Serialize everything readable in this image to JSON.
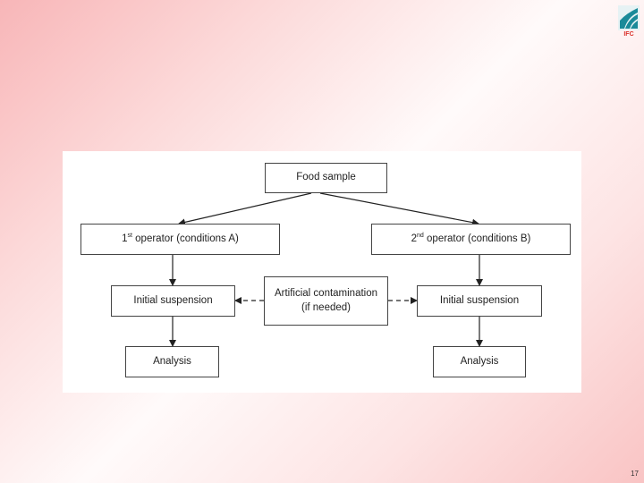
{
  "logo": {
    "text": "IFC"
  },
  "diagram": {
    "food_sample": "Food sample",
    "operator1": {
      "ordinal": "1",
      "sup": "st",
      "rest": " operator (conditions A)"
    },
    "operator2": {
      "ordinal": "2",
      "sup": "nd",
      "rest": " operator (conditions B)"
    },
    "initial_suspension_left": "Initial suspension",
    "initial_suspension_right": "Initial suspension",
    "contamination_line1": "Artificial contamination",
    "contamination_line2": "(if needed)",
    "analysis_left": "Analysis",
    "analysis_right": "Analysis"
  },
  "page_number": "17",
  "colors": {
    "logo_teal": "#1a8a99",
    "logo_red": "#d9302a",
    "line": "#222222"
  }
}
